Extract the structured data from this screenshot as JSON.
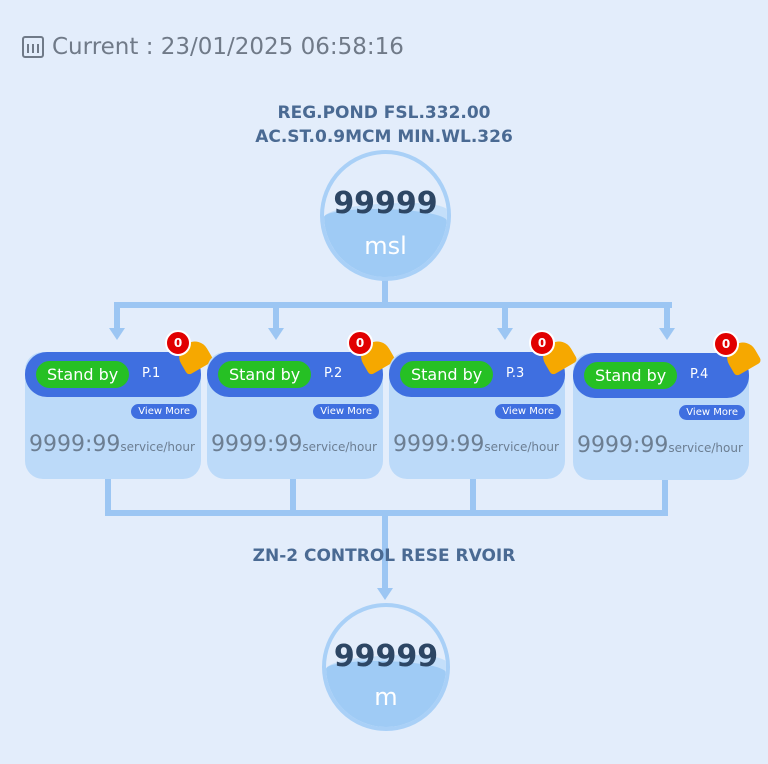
{
  "header": {
    "label": "Current : 23/01/2025 06:58:16"
  },
  "source": {
    "line1": "REG.POND FSL.332.00",
    "line2": "AC.ST.0.9MCM MIN.WL.326",
    "value": "99999",
    "unit": "msl"
  },
  "pumps": [
    {
      "status": "Stand by",
      "id": "P.1",
      "alerts": "0",
      "view_more": "View More",
      "hours": "9999:99",
      "hours_unit": "service/hour"
    },
    {
      "status": "Stand by",
      "id": "P.2",
      "alerts": "0",
      "view_more": "View More",
      "hours": "9999:99",
      "hours_unit": "service/hour"
    },
    {
      "status": "Stand by",
      "id": "P.3",
      "alerts": "0",
      "view_more": "View More",
      "hours": "9999:99",
      "hours_unit": "service/hour"
    },
    {
      "status": "Stand by",
      "id": "P.4",
      "alerts": "0",
      "view_more": "View More",
      "hours": "9999:99",
      "hours_unit": "service/hour"
    }
  ],
  "destination": {
    "label": "ZN-2 CONTROL RESE RVOIR",
    "value": "99999",
    "unit": "m"
  },
  "colors": {
    "background": "#e3edfb",
    "header_pill": "#3f6fe0",
    "status": "#26c024",
    "badge": "#e10000"
  }
}
